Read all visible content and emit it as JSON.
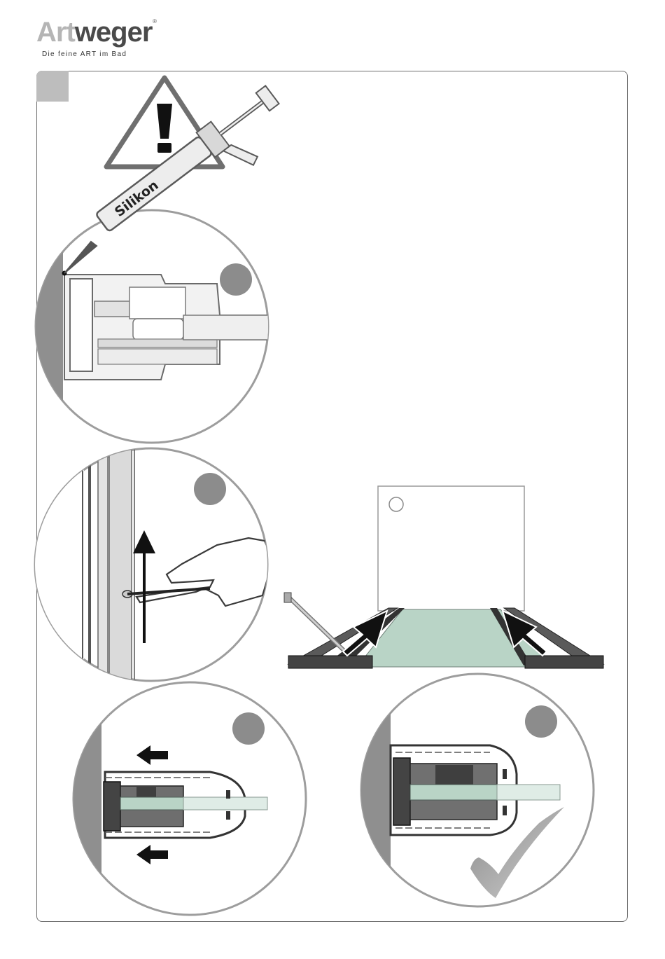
{
  "brand": {
    "name_part1": "Art",
    "name_part2": "weger",
    "registered_mark": "®",
    "tagline": "Die feine ART im Bad"
  },
  "step": {
    "number": ""
  },
  "syringe": {
    "label": "Silikon"
  },
  "colors": {
    "frame": "#6e6e6e",
    "badge": "#8c8c8c",
    "glass": "#b9d4c6",
    "profile": "#3d3d3d",
    "wall": "#9a9a9a"
  },
  "icons": [
    "warning-triangle-icon",
    "silicone-syringe-icon",
    "push-arrow-icon",
    "checkmark-icon"
  ]
}
